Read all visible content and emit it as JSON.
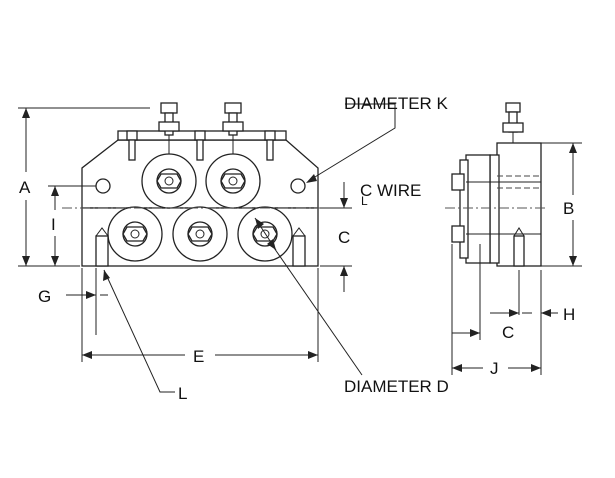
{
  "labels": {
    "diameter_k": "DIAMETER K",
    "diameter_d": "DIAMETER D",
    "wire": "C  WIRE",
    "centerline_mark": "L",
    "a": "A",
    "b": "B",
    "c_front": "C",
    "c_side": "C",
    "e": "E",
    "g": "G",
    "h": "H",
    "i": "I",
    "j": "J",
    "l": "L"
  }
}
